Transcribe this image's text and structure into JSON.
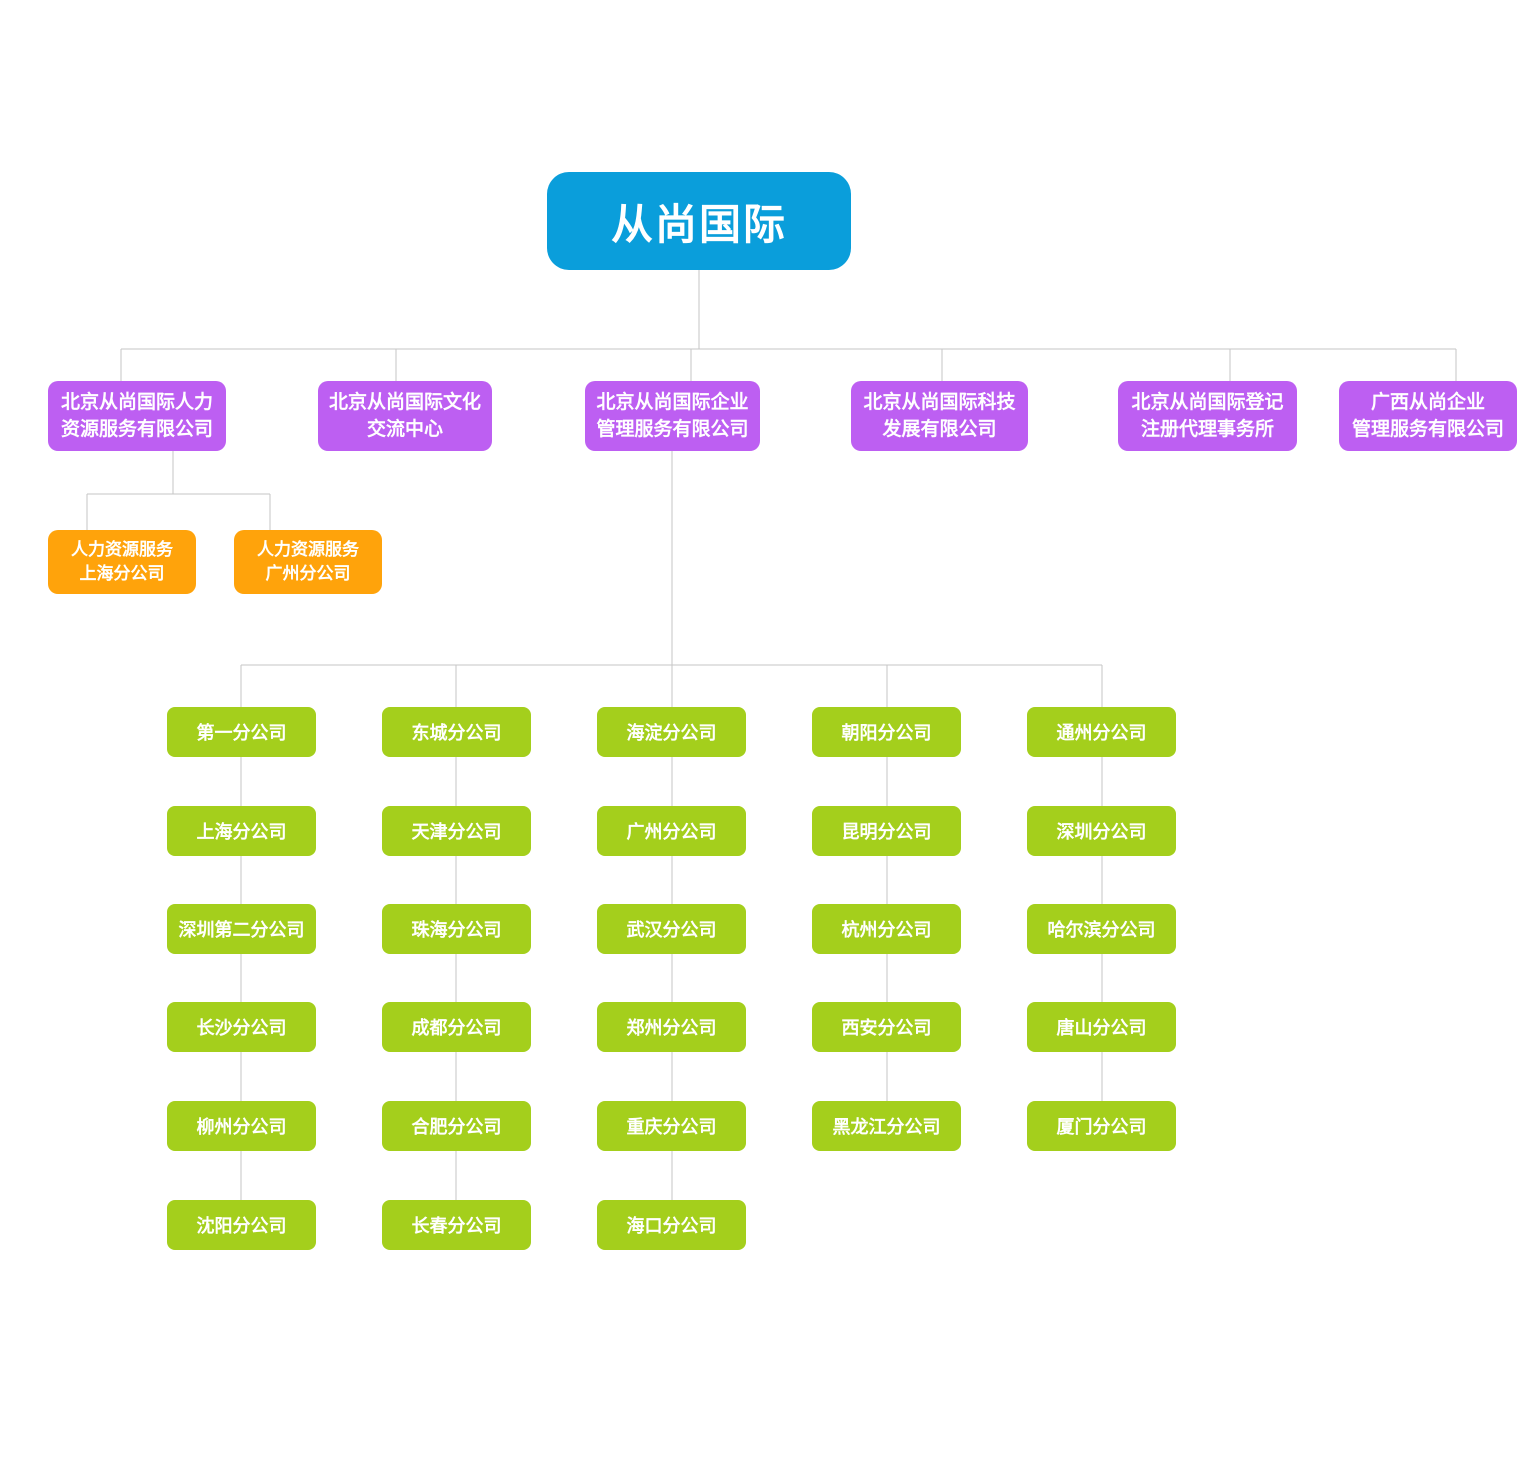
{
  "title": "从尚国际",
  "colors": {
    "root_node": "#0a9edb",
    "subsidiary_node": "#bd5ff2",
    "hr_branch_node": "#ffa30b",
    "branch_node": "#a4cf1c",
    "connector_line": "#c6c6c6",
    "text": "#ffffff",
    "background": "#ffffff"
  },
  "root": {
    "label": "从尚国际"
  },
  "level2": [
    {
      "label": "北京从尚国际人力\n资源服务有限公司"
    },
    {
      "label": "北京从尚国际文化\n交流中心"
    },
    {
      "label": "北京从尚国际企业\n管理服务有限公司"
    },
    {
      "label": "北京从尚国际科技\n发展有限公司"
    },
    {
      "label": "北京从尚国际登记\n注册代理事务所"
    },
    {
      "label": "广西从尚企业\n管理服务有限公司"
    }
  ],
  "hr_branches": [
    {
      "label": "人力资源服务\n上海分公司"
    },
    {
      "label": "人力资源服务\n广州分公司"
    }
  ],
  "branch_columns": [
    {
      "items": [
        "第一分公司",
        "上海分公司",
        "深圳第二分公司",
        "长沙分公司",
        "柳州分公司",
        "沈阳分公司"
      ]
    },
    {
      "items": [
        "东城分公司",
        "天津分公司",
        "珠海分公司",
        "成都分公司",
        "合肥分公司",
        "长春分公司"
      ]
    },
    {
      "items": [
        "海淀分公司",
        "广州分公司",
        "武汉分公司",
        "郑州分公司",
        "重庆分公司",
        "海口分公司"
      ]
    },
    {
      "items": [
        "朝阳分公司",
        "昆明分公司",
        "杭州分公司",
        "西安分公司",
        "黑龙江分公司"
      ]
    },
    {
      "items": [
        "通州分公司",
        "深圳分公司",
        "哈尔滨分公司",
        "唐山分公司",
        "厦门分公司"
      ]
    }
  ]
}
